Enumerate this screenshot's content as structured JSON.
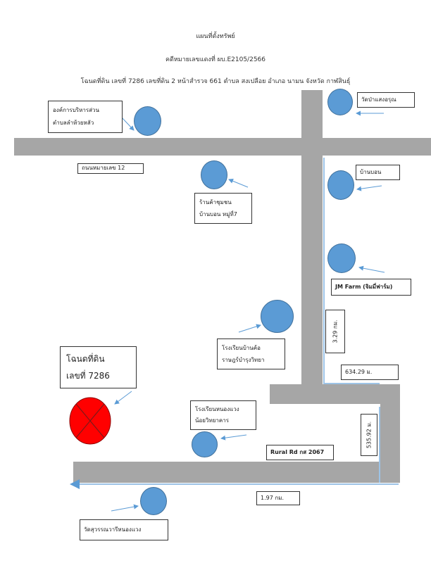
{
  "header": {
    "title": "แผนที่ตั้งทรัพย์",
    "case_number": "คดีหมายเลขแดงที่ ผบ.E2105/2566",
    "deed_info": "โฉนดที่ดิน เลขที่ 7286 เลขที่ดิน 2 หน้าสำรวจ 661 ตำบล สงเปลือย อำเภอ นามน จังหวัด กาฬสินธุ์"
  },
  "landmarks": {
    "tao": [
      "องค์การบริหารส่วน",
      "ตำบลลำห้วยหลัว"
    ],
    "wat_pa": "วัดป่าแสงอรุณ",
    "road_12": "ถนนหมายเลข 12",
    "ban_bon": "บ้านบอน",
    "shop": [
      "ร้านค้าชุมชน",
      "บ้านบอน หมู่ที่7"
    ],
    "jm_farm": "JM Farm  (จิมมี่ฟาร์ม)",
    "school_ban_kho": [
      "โรงเรียนบ้านค้อ",
      "ราษฎร์บำรุงวิทยา"
    ],
    "deed": [
      "โฉนดที่ดิน",
      "เลขที่ 7286"
    ],
    "school_nong_waeng": [
      "โรงเรียนหนองแวง",
      "น้อยวิทยาคาร"
    ],
    "rural_rd": "Rural Rd กส 2067",
    "wat_suwan": "วัดสุวรรณวารีหนองแวง"
  },
  "distances": {
    "d1": "3.29 กม.",
    "d2": "634.29 ม.",
    "d3": "535.92 ม.",
    "d4": "1.97 กม."
  },
  "colors": {
    "road": "#a6a6a6",
    "landmark": "#5b9bd5",
    "target": "#ff0000",
    "route": "#9dc3e6"
  }
}
